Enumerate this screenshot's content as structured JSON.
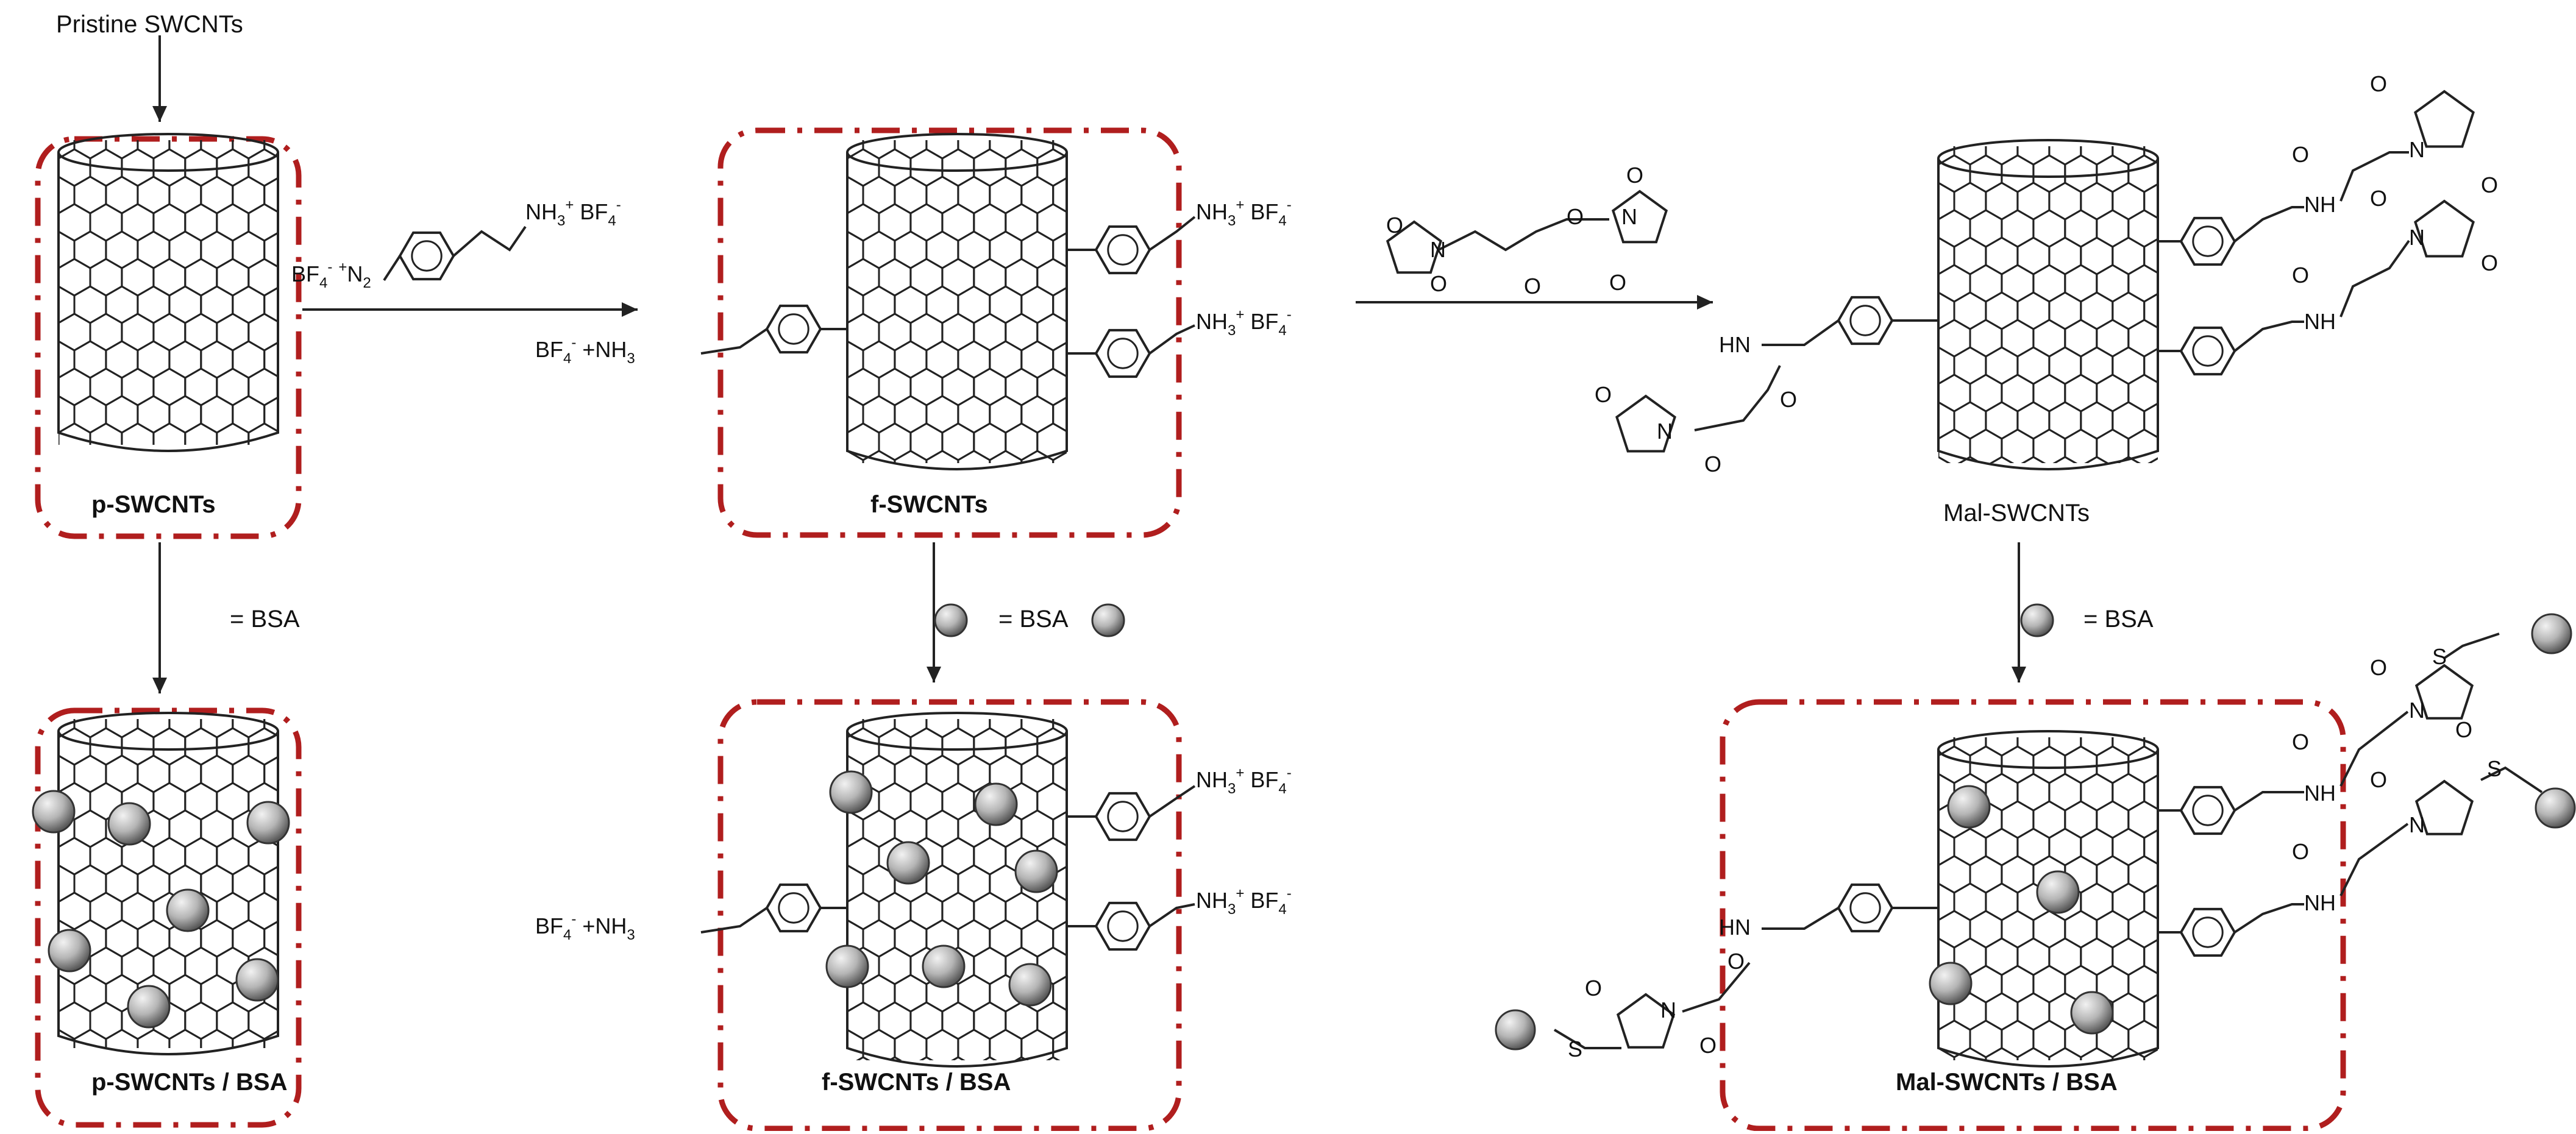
{
  "source_label": "Pristine SWCNTs",
  "labels": {
    "p": "p-SWCNTs",
    "f": "f-SWCNTs",
    "mal": "Mal-SWCNTs",
    "p_bsa": "p-SWCNTs / BSA",
    "f_bsa": "f-SWCNTs / BSA",
    "mal_bsa": "Mal-SWCNTs / BSA"
  },
  "legend_bsa": "= BSA",
  "chem": {
    "bf4": "BF",
    "nh3": "NH",
    "n2": "N",
    "plus": "+",
    "minus": "-",
    "sub4": "4",
    "sub2": "2",
    "sub3": "3",
    "plus_nh3": "+NH",
    "o": "O",
    "n": "N",
    "nh": "NH",
    "hn": "HN",
    "s": "S"
  },
  "colors": {
    "frame": "#b01e1e",
    "bond": "#222222",
    "sphere_light": "#f2f2f2",
    "sphere_dark": "#5a5a5a"
  }
}
